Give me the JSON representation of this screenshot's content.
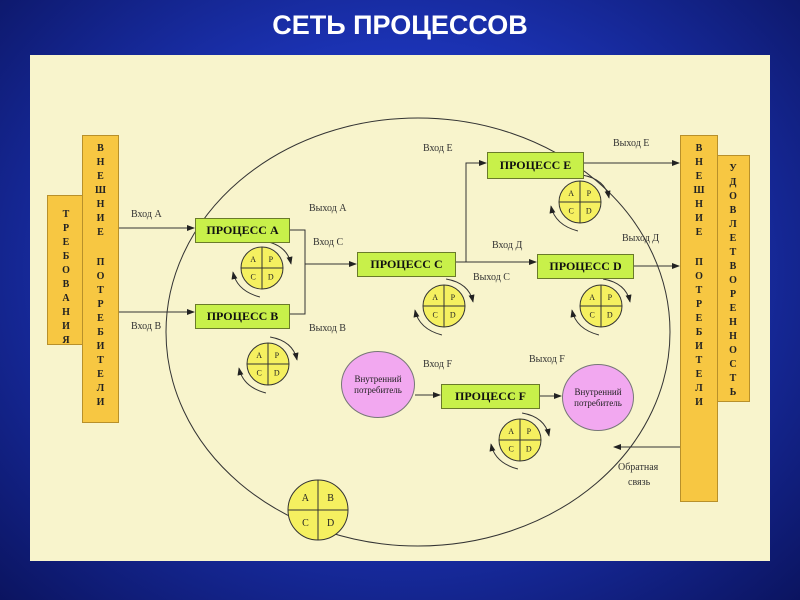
{
  "title": "СЕТЬ ПРОЦЕССОВ",
  "left": {
    "requirements": "ТРЕБОВАНИЯ",
    "consumers_1": "ВНЕШНИЕ",
    "consumers_2": "ПОТРЕБИТЕЛИ"
  },
  "right": {
    "consumers_1": "ВНЕШНИЕ",
    "consumers_2": "ПОТРЕБИТЕЛИ",
    "satisfaction": "УДОВЛЕТВОРЕННОСТЬ"
  },
  "processes": {
    "a": "ПРОЦЕСС А",
    "b": "ПРОЦЕСС В",
    "c": "ПРОЦЕСС С",
    "d": "ПРОЦЕСС D",
    "e": "ПРОЦЕСС Е",
    "f": "ПРОЦЕСС F"
  },
  "labels": {
    "in_a": "Вход А",
    "in_b": "Вход В",
    "out_a": "Выход А",
    "in_c": "Вход С",
    "out_b": "Выход В",
    "in_e": "Вход Е",
    "out_e": "Выход Е",
    "in_d": "Вход Д",
    "out_c": "Выход С",
    "out_d": "Выход Д",
    "in_f": "Вход F",
    "out_f": "Выход F",
    "feedback_1": "Обратная",
    "feedback_2": "связь"
  },
  "internal_consumer": "Внутренний потребитель",
  "pdca": [
    "A",
    "P",
    "C",
    "D"
  ],
  "big_cycle": [
    "A",
    "B",
    "C",
    "D"
  ],
  "colors": {
    "process": "#c8f04a",
    "bar": "#f7c742",
    "consumer": "#f2a8f0",
    "pdca": "#f5f060"
  }
}
